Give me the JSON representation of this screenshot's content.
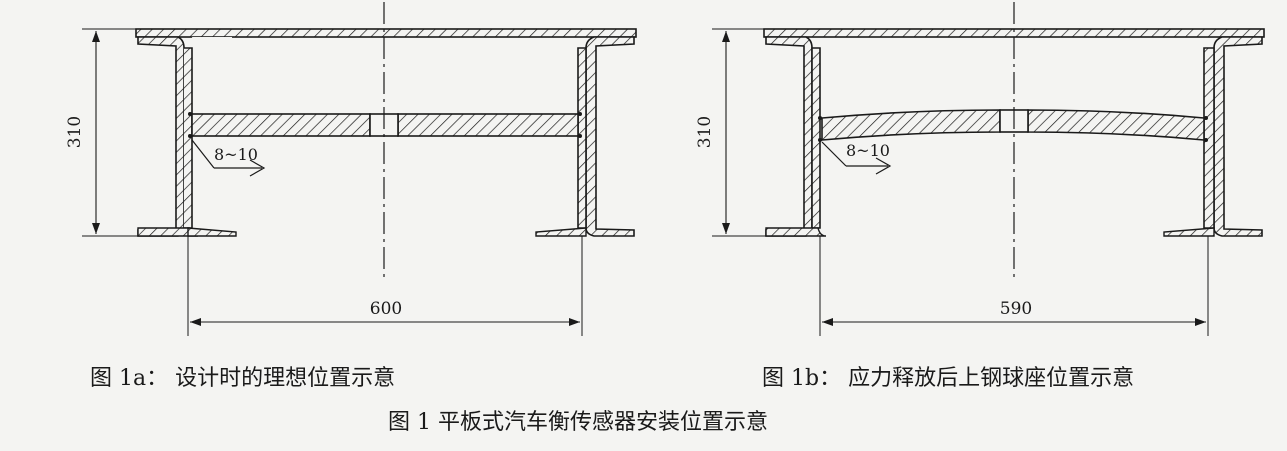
{
  "figure": {
    "caption_main": "图 1   平板式汽车衡传感器安装位置示意"
  },
  "panels": [
    {
      "id": "1a",
      "caption": "图 1a：  设计时的理想位置示意",
      "height_dim": "310",
      "width_dim": "600",
      "weld_label": "8~10",
      "plate": "flat"
    },
    {
      "id": "1b",
      "caption": "图 1b：  应力释放后上钢球座位置示意",
      "height_dim": "310",
      "width_dim": "590",
      "weld_label": "8~10",
      "plate": "bowed"
    }
  ]
}
